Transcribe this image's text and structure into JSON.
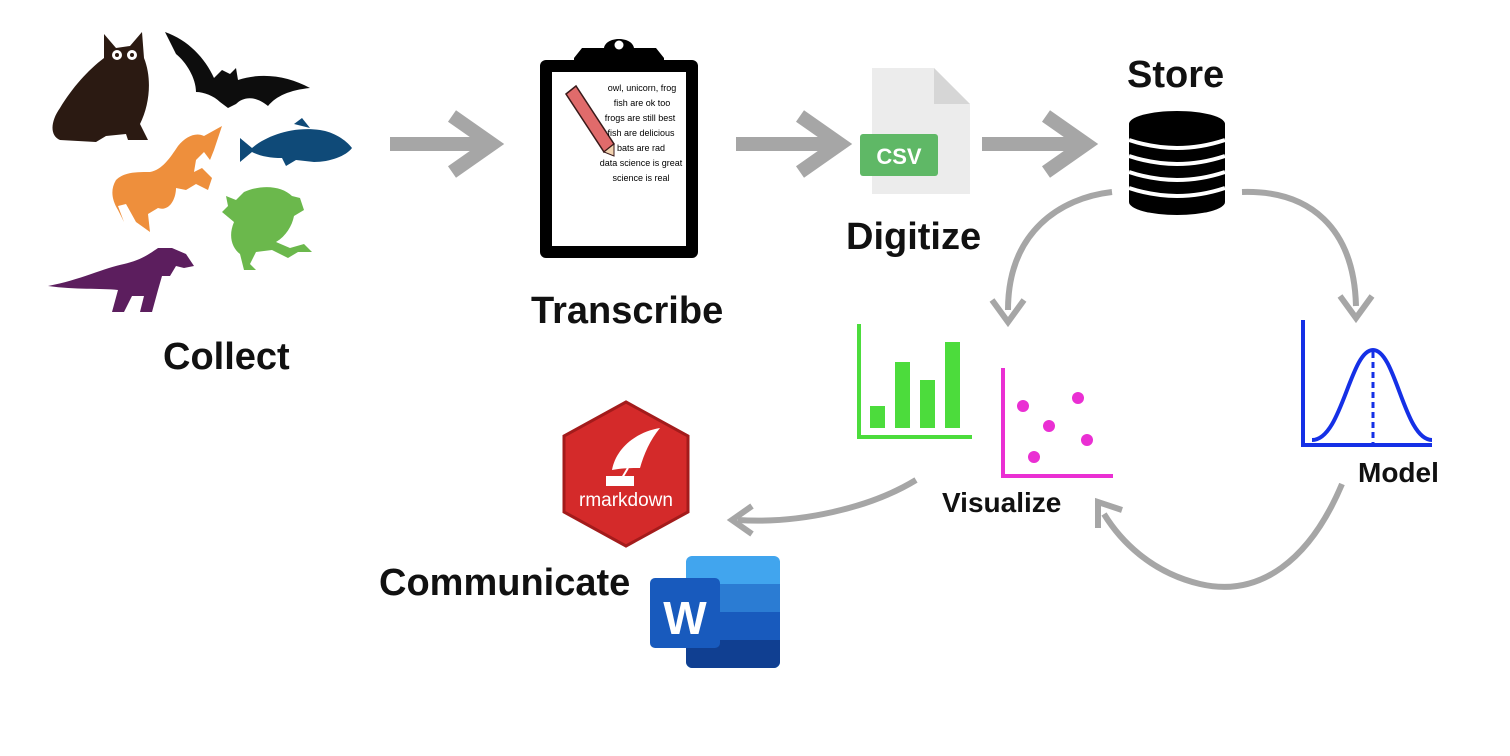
{
  "stages": {
    "collect": "Collect",
    "transcribe": "Transcribe",
    "digitize": "Digitize",
    "store": "Store",
    "visualize": "Visualize",
    "model": "Model",
    "communicate": "Communicate"
  },
  "clipboard_notes": [
    "owl, unicorn, frog",
    "fish are ok too",
    "frogs are still best",
    "fish are delicious",
    "bats are rad",
    "data science is great",
    "science is real"
  ],
  "csv_badge": "CSV",
  "rmarkdown_logo_text": "rmarkdown",
  "word_logo_letter": "W",
  "icons": {
    "animals": [
      "owl-icon",
      "bat-icon",
      "unicorn-icon",
      "fish-icon",
      "frog-icon",
      "dinosaur-icon"
    ],
    "clipboard": "clipboard-icon",
    "pencil": "pencil-icon",
    "csv_file": "csv-file-icon",
    "database": "database-icon",
    "bar_chart": "bar-chart-icon",
    "scatter_plot": "scatter-plot-icon",
    "bell_curve": "bell-curve-icon",
    "rmarkdown": "rmarkdown-logo",
    "word": "word-logo"
  },
  "colors": {
    "arrow": "#a6a6a6",
    "owl": "#2b1a12",
    "bat": "#0d0d0d",
    "unicorn": "#ee8f3c",
    "fish": "#0f4a78",
    "frog": "#6bb84c",
    "dinosaur": "#5c1e5e",
    "csv": "#5fb866",
    "bar_chart": "#4cdc3c",
    "scatter": "#ea2fd3",
    "curve": "#1530e6",
    "rmarkdown": "#d42a2a",
    "word": "#185abd"
  }
}
